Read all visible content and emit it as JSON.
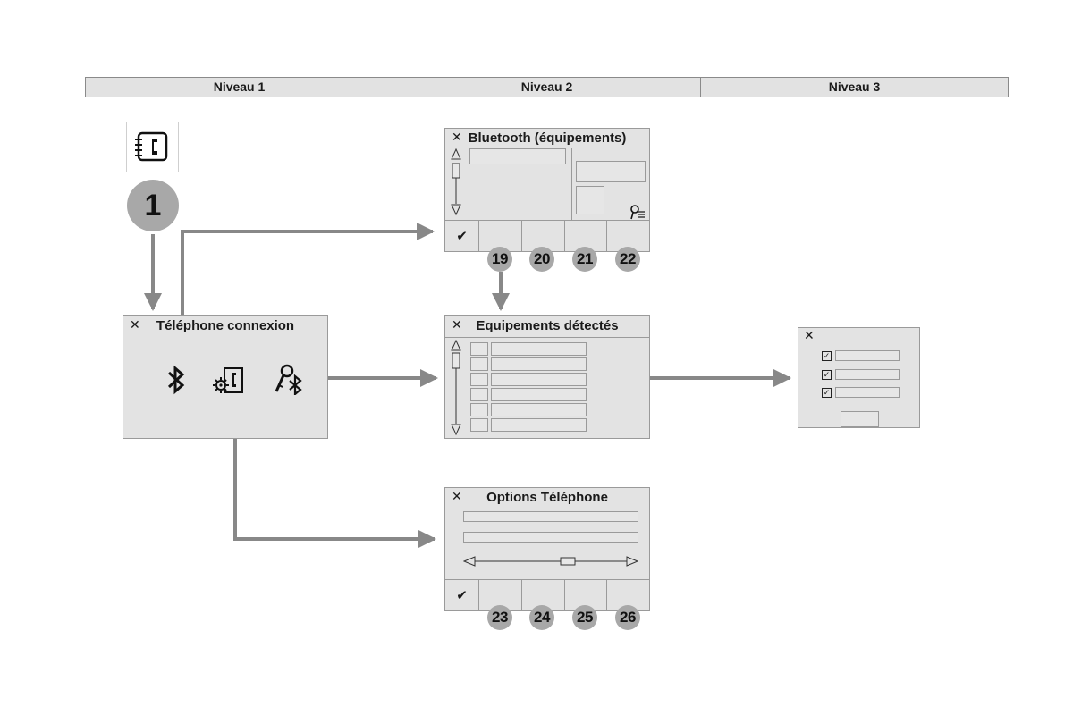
{
  "levels": [
    "Niveau 1",
    "Niveau 2",
    "Niveau 3"
  ],
  "start": {
    "badge": "1"
  },
  "telephone_connexion": {
    "title": "Téléphone connexion"
  },
  "bluetooth_equipements": {
    "title": "Bluetooth (équipements)",
    "ok": "✔",
    "badges": [
      "19",
      "20",
      "21",
      "22"
    ]
  },
  "equipements_detectes": {
    "title": "Equipements détectés"
  },
  "options_telephone": {
    "title": "Options Téléphone",
    "ok": "✔",
    "badges": [
      "23",
      "24",
      "25",
      "26"
    ]
  },
  "close_glyph": "✕",
  "colors": {
    "screen": "#e3e3e3",
    "arrow": "#888888",
    "badge": "#a8a8a8"
  }
}
